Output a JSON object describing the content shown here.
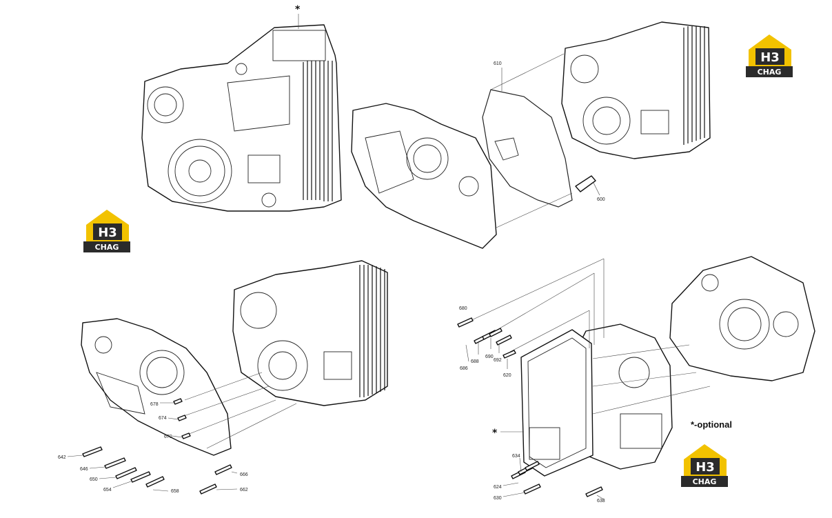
{
  "optional_note": "*-optional",
  "asterisk": "*",
  "logo": {
    "mark": "H3",
    "word": "CHAG",
    "color_yellow": "#f2c200",
    "color_dark": "#2b2b2b"
  },
  "part_labels": {
    "p610": "610",
    "p600": "600",
    "p680": "680",
    "p686": "686",
    "p688": "688",
    "p690": "690",
    "p692": "692",
    "p620": "620",
    "p634": "634",
    "p624": "624",
    "p630": "630",
    "p638": "638",
    "p678": "678",
    "p674": "674",
    "p670": "670",
    "p642": "642",
    "p646": "646",
    "p650": "650",
    "p654": "654",
    "p658": "658",
    "p662": "662",
    "p666": "666"
  }
}
